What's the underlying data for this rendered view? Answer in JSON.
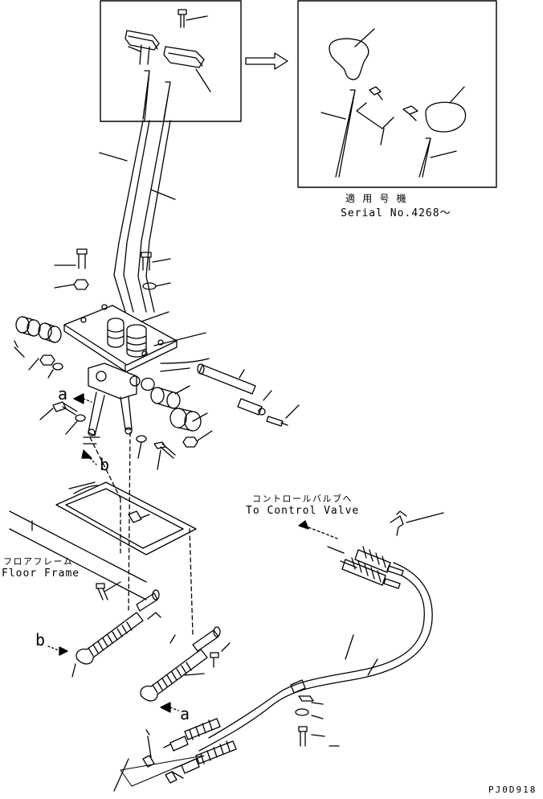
{
  "inset_caption": {
    "jp": "適 用 号 機",
    "en": "Serial No.4268～"
  },
  "labels": {
    "to_control_valve_jp": "コントロールバルブへ",
    "to_control_valve_en": "To Control Valve",
    "floor_frame_jp": "フロアフレーム",
    "floor_frame_en": "Floor Frame",
    "ref_a_upper": "a",
    "ref_b_upper": "b",
    "ref_b_lower": "b",
    "ref_a_lower": "a",
    "drawing_code": "PJ0D918"
  },
  "icons": {
    "transfer_arrow": "right-outline-arrow-icon"
  }
}
